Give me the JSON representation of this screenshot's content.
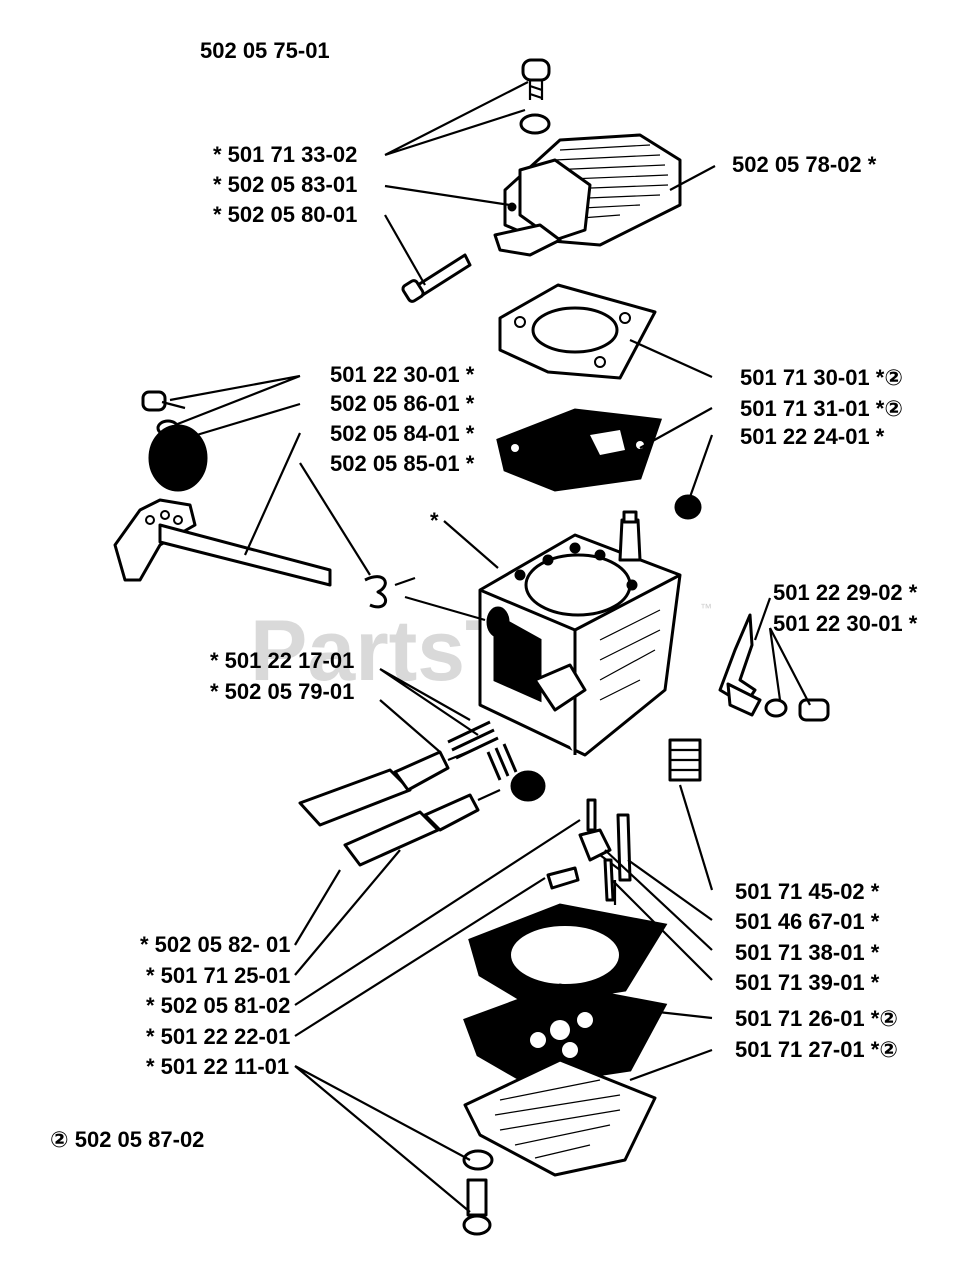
{
  "header_ref": "502 05 75-01",
  "kit_note": "② 502 05 87-02",
  "watermark": "PartsTree",
  "watermark_tm": "™",
  "labels": {
    "l01": "*  501 71 33-02",
    "l02": "*  502 05 83-01",
    "l03": "*  502 05 80-01",
    "l04": "502 05 78-02  *",
    "l05": "501 71 30-01  *②",
    "l06": "501 71 31-01  *②",
    "l07": "501 22 24-01  *",
    "l08": "501 22 30-01  *",
    "l09": "502 05 86-01  *",
    "l10": "502 05 84-01  *",
    "l11": "502 05 85-01  *",
    "l12": "*",
    "l13": "501 22 29-02  *",
    "l14": "501 22 30-01  *",
    "l15": "*  501 22 17-01",
    "l16": "*  502 05 79-01",
    "l17": "501 71 45-02  *",
    "l18": "501 46 67-01  *",
    "l19": "501 71 38-01  *",
    "l20": "501 71 39-01  *",
    "l21": "*  502 05 82- 01",
    "l22": "*  501 71 25-01",
    "l23": "*  502 05 81-02",
    "l24": "*  501 22 22-01",
    "l25": "*  501 22 11-01",
    "l26": "501 71 26-01  *②",
    "l27": "501 71 27-01  *②"
  }
}
